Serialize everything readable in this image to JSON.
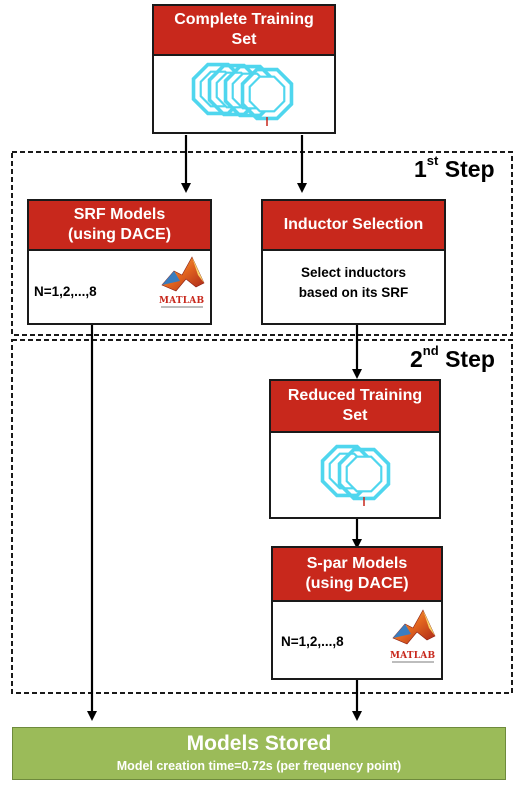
{
  "complete_training_set": {
    "title": "Complete Training\nSet"
  },
  "srf_models": {
    "title": "SRF Models\n(using DACE)",
    "n_range": "N=1,2,...,8",
    "logo": "MATLAB"
  },
  "inductor_selection": {
    "title": "Inductor Selection",
    "description": "Select inductors\nbased on its SRF"
  },
  "step1": {
    "number": "1",
    "suffix": "st",
    "word": "Step"
  },
  "step2": {
    "number": "2",
    "suffix": "nd",
    "word": "Step"
  },
  "reduced_training_set": {
    "title": "Reduced Training\nSet"
  },
  "spar_models": {
    "title": "S-par Models\n(using DACE)",
    "n_range": "N=1,2,...,8",
    "logo": "MATLAB"
  },
  "models_stored": {
    "title": "Models Stored",
    "subtitle": "Model creation time=0.72s (per frequency point)"
  },
  "colors": {
    "header_red": "#c8281c",
    "stored_green": "#9bbb59",
    "inductor_cyan": "#4fd6ee",
    "border": "#1a1a1a"
  },
  "icons": [
    "octagonal-inductor-icon",
    "matlab-logo"
  ]
}
